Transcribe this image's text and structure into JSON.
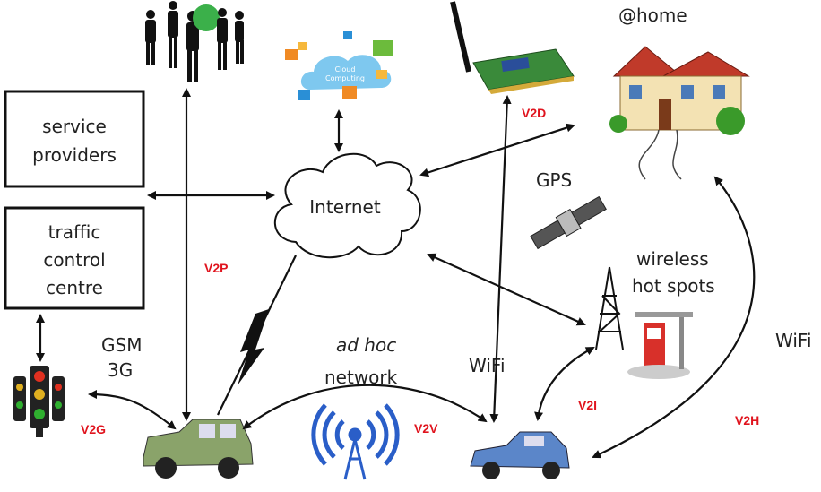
{
  "boxes": {
    "service_providers": [
      "service",
      "providers"
    ],
    "traffic_control": [
      "traffic",
      "control",
      "centre"
    ]
  },
  "nodes": {
    "internet": "Internet",
    "home": "@home",
    "gps": "GPS",
    "hotspots": [
      "wireless",
      "hot spots"
    ],
    "gsm": [
      "GSM",
      "3G"
    ],
    "adhoc": [
      "ad hoc",
      "network"
    ],
    "wifi_center": "WiFi",
    "wifi_right": "WiFi",
    "cloud_computing": [
      "Cloud",
      "Computing"
    ]
  },
  "links": {
    "v2p": "V2P",
    "v2d": "V2D",
    "v2g": "V2G",
    "v2v": "V2V",
    "v2i": "V2I",
    "v2h": "V2H"
  },
  "colors": {
    "label_red": "#e0141e",
    "jeep": "#8aa36a",
    "car": "#5b86c9"
  }
}
